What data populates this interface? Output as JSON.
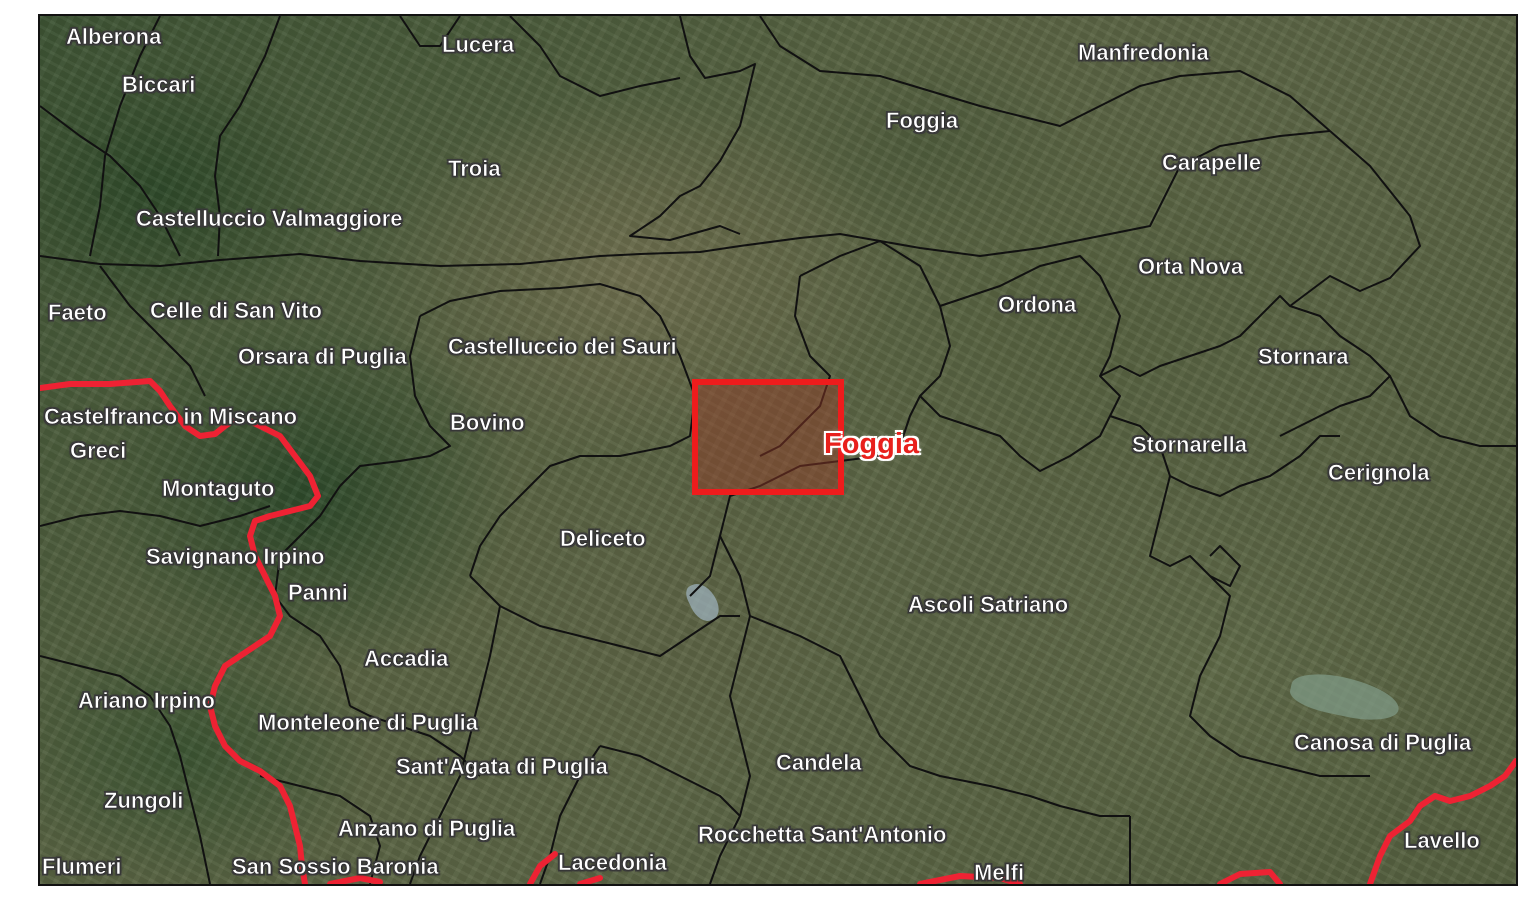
{
  "map": {
    "highlight": {
      "label": "Foggia",
      "color": "#e8201c"
    },
    "colors": {
      "region_border": "#ee2233",
      "municipal_border": "#111111",
      "study_area_outline": "#ee1c1c"
    },
    "places": [
      {
        "id": "alberona",
        "name": "Alberona"
      },
      {
        "id": "lucera",
        "name": "Lucera"
      },
      {
        "id": "manfredonia",
        "name": "Manfredonia"
      },
      {
        "id": "biccari",
        "name": "Biccari"
      },
      {
        "id": "foggia",
        "name": "Foggia"
      },
      {
        "id": "carapelle",
        "name": "Carapelle"
      },
      {
        "id": "troia",
        "name": "Troia"
      },
      {
        "id": "castelluccio-valmaggiore",
        "name": "Castelluccio Valmaggiore"
      },
      {
        "id": "orta-nova",
        "name": "Orta Nova"
      },
      {
        "id": "ordona",
        "name": "Ordona"
      },
      {
        "id": "faeto",
        "name": "Faeto"
      },
      {
        "id": "celle-di-san-vito",
        "name": "Celle di San Vito"
      },
      {
        "id": "orsara-di-puglia",
        "name": "Orsara di Puglia"
      },
      {
        "id": "castelluccio-dei-sauri",
        "name": "Castelluccio dei Sauri"
      },
      {
        "id": "stornara",
        "name": "Stornara"
      },
      {
        "id": "castelfranco-in-miscano",
        "name": "Castelfranco in Miscano"
      },
      {
        "id": "bovino",
        "name": "Bovino"
      },
      {
        "id": "greci",
        "name": "Greci"
      },
      {
        "id": "stornarella",
        "name": "Stornarella"
      },
      {
        "id": "cerignola",
        "name": "Cerignola"
      },
      {
        "id": "montaguto",
        "name": "Montaguto"
      },
      {
        "id": "deliceto",
        "name": "Deliceto"
      },
      {
        "id": "savignano-irpino",
        "name": "Savignano Irpino"
      },
      {
        "id": "panni",
        "name": "Panni"
      },
      {
        "id": "ascoli-satriano",
        "name": "Ascoli Satriano"
      },
      {
        "id": "accadia",
        "name": "Accadia"
      },
      {
        "id": "ariano-irpino",
        "name": "Ariano Irpino"
      },
      {
        "id": "monteleone-di-puglia",
        "name": "Monteleone di Puglia"
      },
      {
        "id": "canosa-di-puglia",
        "name": "Canosa di Puglia"
      },
      {
        "id": "santagata-di-puglia",
        "name": "Sant'Agata di Puglia"
      },
      {
        "id": "candela",
        "name": "Candela"
      },
      {
        "id": "zungoli",
        "name": "Zungoli"
      },
      {
        "id": "anzano-di-puglia",
        "name": "Anzano di Puglia"
      },
      {
        "id": "rocchetta-santantonio",
        "name": "Rocchetta Sant'Antonio"
      },
      {
        "id": "lavello",
        "name": "Lavello"
      },
      {
        "id": "flumeri",
        "name": "Flumeri"
      },
      {
        "id": "san-sossio-baronia",
        "name": "San Sossio Baronia"
      },
      {
        "id": "lacedonia",
        "name": "Lacedonia"
      },
      {
        "id": "melfi",
        "name": "Melfi"
      }
    ]
  }
}
